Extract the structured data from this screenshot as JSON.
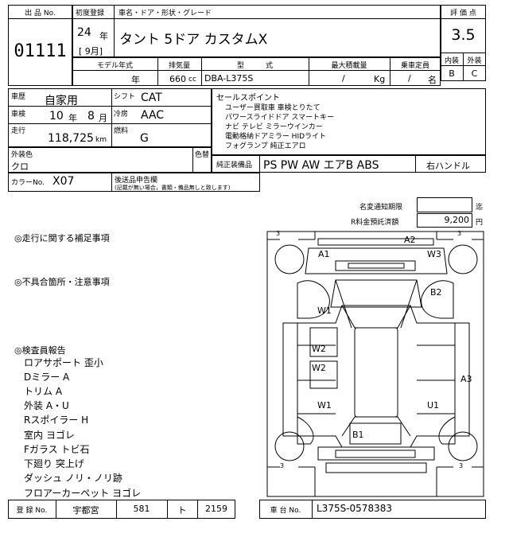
{
  "header": {
    "lot_no_label": "出 品 No.",
    "lot_no": "01111",
    "first_reg_label": "初度登録",
    "first_reg_year": "24",
    "year_unit": "年",
    "first_reg_month": "[ 9月]",
    "car_name_label": "車名・ドア・形状・グレード",
    "car_name": "タント 5ドア カスタムX",
    "score_label": "評 価 点",
    "score": "3.5",
    "interior_label": "内装",
    "exterior_label": "外装",
    "interior_grade": "B",
    "exterior_grade": "C"
  },
  "spec_row": {
    "model_year_label": "モデル年式",
    "displacement_label": "排気量",
    "type_label": "型　　　式",
    "max_load_label": "最大積載量",
    "capacity_label": "乗車定員",
    "model_year_unit": "年",
    "displacement": "660",
    "displacement_unit": "cc",
    "type": "DBA-L375S",
    "max_load_slash": "/",
    "max_load_unit": "Kg",
    "capacity_slash": "/",
    "capacity_unit": "名"
  },
  "details": {
    "history_label": "車歴",
    "history": "自家用",
    "inspection_label": "車検",
    "inspection_year": "10",
    "inspection_year_unit": "年",
    "inspection_month": "8",
    "inspection_month_unit": "月",
    "mileage_label": "走行",
    "mileage": "118,725",
    "mileage_unit": "km",
    "shift_label": "シフト",
    "shift": "CAT",
    "ac_label": "冷房",
    "ac": "AAC",
    "fuel_label": "燃料",
    "fuel": "G",
    "exterior_color_label": "外装色",
    "exterior_color": "クロ",
    "color_label": "色替",
    "color_no_label": "カラーNo.",
    "color_no": "X07",
    "documents_label": "後送品申告欄",
    "documents_note": "(記載が無い場合，書類・備品無しと致します)"
  },
  "sales_points": {
    "title": "セールスポイント",
    "lines": [
      "ユーザー買取車 車検とりたて",
      "パワースライドドア スマートキー",
      "ナビ テレビ ミラーウインカー",
      "電動格納ドアミラー HIDライト",
      "フォグランプ 純正エアロ"
    ]
  },
  "equipment": {
    "label": "純正装備品",
    "value": "PS PW AW エアB ABS",
    "handle": "右ハンドル"
  },
  "fees": {
    "name_change_label": "名変通知期限",
    "name_change_unit": "迄",
    "recycle_label": "R料金預託済額",
    "recycle_value": "9,200",
    "recycle_unit": "円"
  },
  "notes": {
    "driving_label": "◎走行に関する補足事項",
    "defects_label": "◎不具合箇所・注意事項",
    "inspector_label": "◎検査員報告",
    "report_lines": [
      "ロアサポート 歪小",
      "Dミラー A",
      "トリム A",
      "外装 A・U",
      "Rスポイラー H",
      "室内 ヨゴレ",
      "Fガラス トビ石",
      "下廻り 突上げ",
      "ダッシュ ノリ・ノリ跡",
      "フロアーカーペット ヨゴレ"
    ]
  },
  "diagram": {
    "corner_labels": [
      "3",
      "3",
      "3",
      "3"
    ],
    "marks": {
      "a2": "A2",
      "a1": "A1",
      "w3": "W3",
      "b2": "B2",
      "a3": "A3",
      "w1_left_upper": "W1",
      "w2_upper": "W2",
      "w2_lower": "W2",
      "w1_left_lower": "W1",
      "u1": "U1",
      "b1": "B1"
    }
  },
  "footer": {
    "reg_no_label": "登 録 No.",
    "reg_place": "宇都宮",
    "reg_class": "581",
    "reg_kana": "ト",
    "reg_number": "2159",
    "chassis_label": "車 台 No.",
    "chassis_no": "L375S-0578383"
  }
}
